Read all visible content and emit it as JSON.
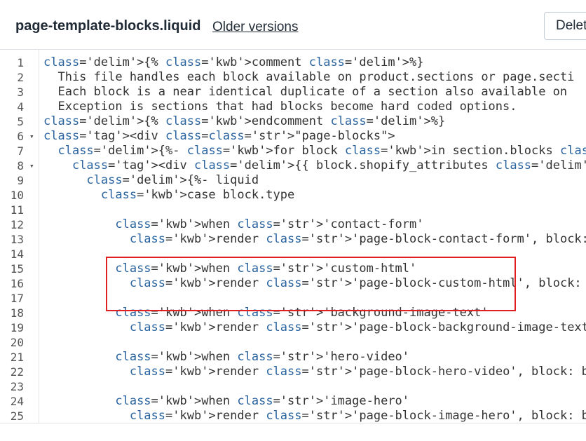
{
  "header": {
    "file_name": "page-template-blocks.liquid",
    "older_versions_label": "Older versions",
    "delete_label": "Delete"
  },
  "editor": {
    "lines": [
      {
        "n": "1",
        "code": "{% comment %}"
      },
      {
        "n": "2",
        "code": "  This file handles each block available on product.sections or page.secti"
      },
      {
        "n": "3",
        "code": "  Each block is a near identical duplicate of a section also available on"
      },
      {
        "n": "4",
        "code": "  Exception is sections that had blocks become hard coded options."
      },
      {
        "n": "5",
        "code": "{% endcomment %}"
      },
      {
        "n": "6",
        "code": "<div class=\"page-blocks\">"
      },
      {
        "n": "7",
        "code": "  {%- for block in section.blocks -%}"
      },
      {
        "n": "8",
        "code": "    <div {{ block.shopify_attributes }}>"
      },
      {
        "n": "9",
        "code": "      {%- liquid"
      },
      {
        "n": "10",
        "code": "        case block.type"
      },
      {
        "n": "11",
        "code": ""
      },
      {
        "n": "12",
        "code": "          when 'contact-form'"
      },
      {
        "n": "13",
        "code": "            render 'page-block-contact-form', block: block"
      },
      {
        "n": "14",
        "code": ""
      },
      {
        "n": "15",
        "code": "          when 'custom-html'"
      },
      {
        "n": "16",
        "code": "            render 'page-block-custom-html', block: block"
      },
      {
        "n": "17",
        "code": ""
      },
      {
        "n": "18",
        "code": "          when 'background-image-text'"
      },
      {
        "n": "19",
        "code": "            render 'page-block-background-image-text', block: block"
      },
      {
        "n": "20",
        "code": ""
      },
      {
        "n": "21",
        "code": "          when 'hero-video'"
      },
      {
        "n": "22",
        "code": "            render 'page-block-hero-video', block: block"
      },
      {
        "n": "23",
        "code": ""
      },
      {
        "n": "24",
        "code": "          when 'image-hero'"
      },
      {
        "n": "25",
        "code": "            render 'page-block-image-hero', block: block"
      }
    ],
    "fold_markers": [
      "6",
      "8"
    ]
  },
  "colors": {
    "keyword": "#770088",
    "string": "#aa1111",
    "highlight": "#e02020"
  }
}
